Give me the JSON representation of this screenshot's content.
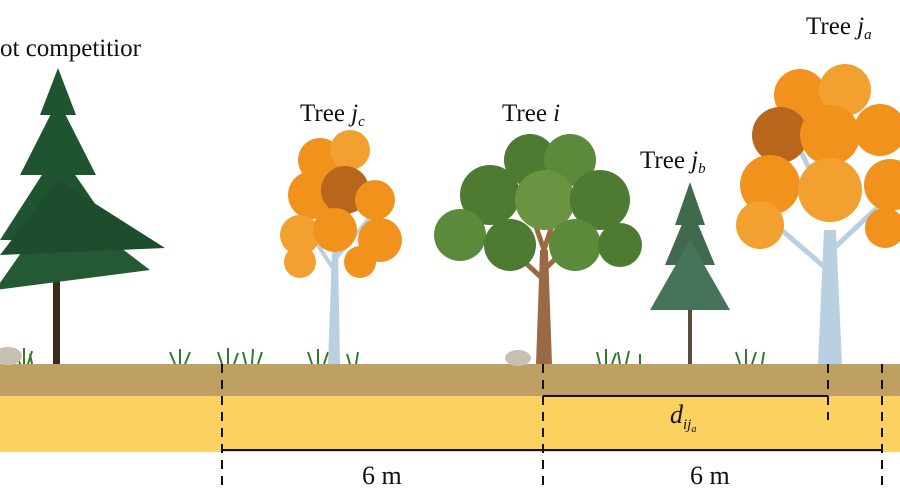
{
  "labels": {
    "not_competitor": "ot competitior",
    "tree_jc": {
      "prefix": "Tree ",
      "var": "j",
      "sub": "c"
    },
    "tree_i": {
      "prefix": "Tree ",
      "var": "i"
    },
    "tree_jb": {
      "prefix": "Tree ",
      "var": "j",
      "sub": "b"
    },
    "tree_ja": {
      "prefix": "Tree ",
      "var": "j",
      "sub": "a"
    }
  },
  "distance_label": {
    "var": "d",
    "sub": "ij",
    "subsub": "a"
  },
  "intervals": [
    "6 m",
    "6 m"
  ],
  "colors": {
    "soil_top": "#bfa063",
    "soil_bottom": "#fbd25f",
    "conifer_dark": "#1f5430",
    "conifer_light": "#3f6a4e",
    "oak_green": "#4e7a32",
    "orange_leaf": "#f0921c",
    "birch_bark": "#b9d0e0"
  }
}
